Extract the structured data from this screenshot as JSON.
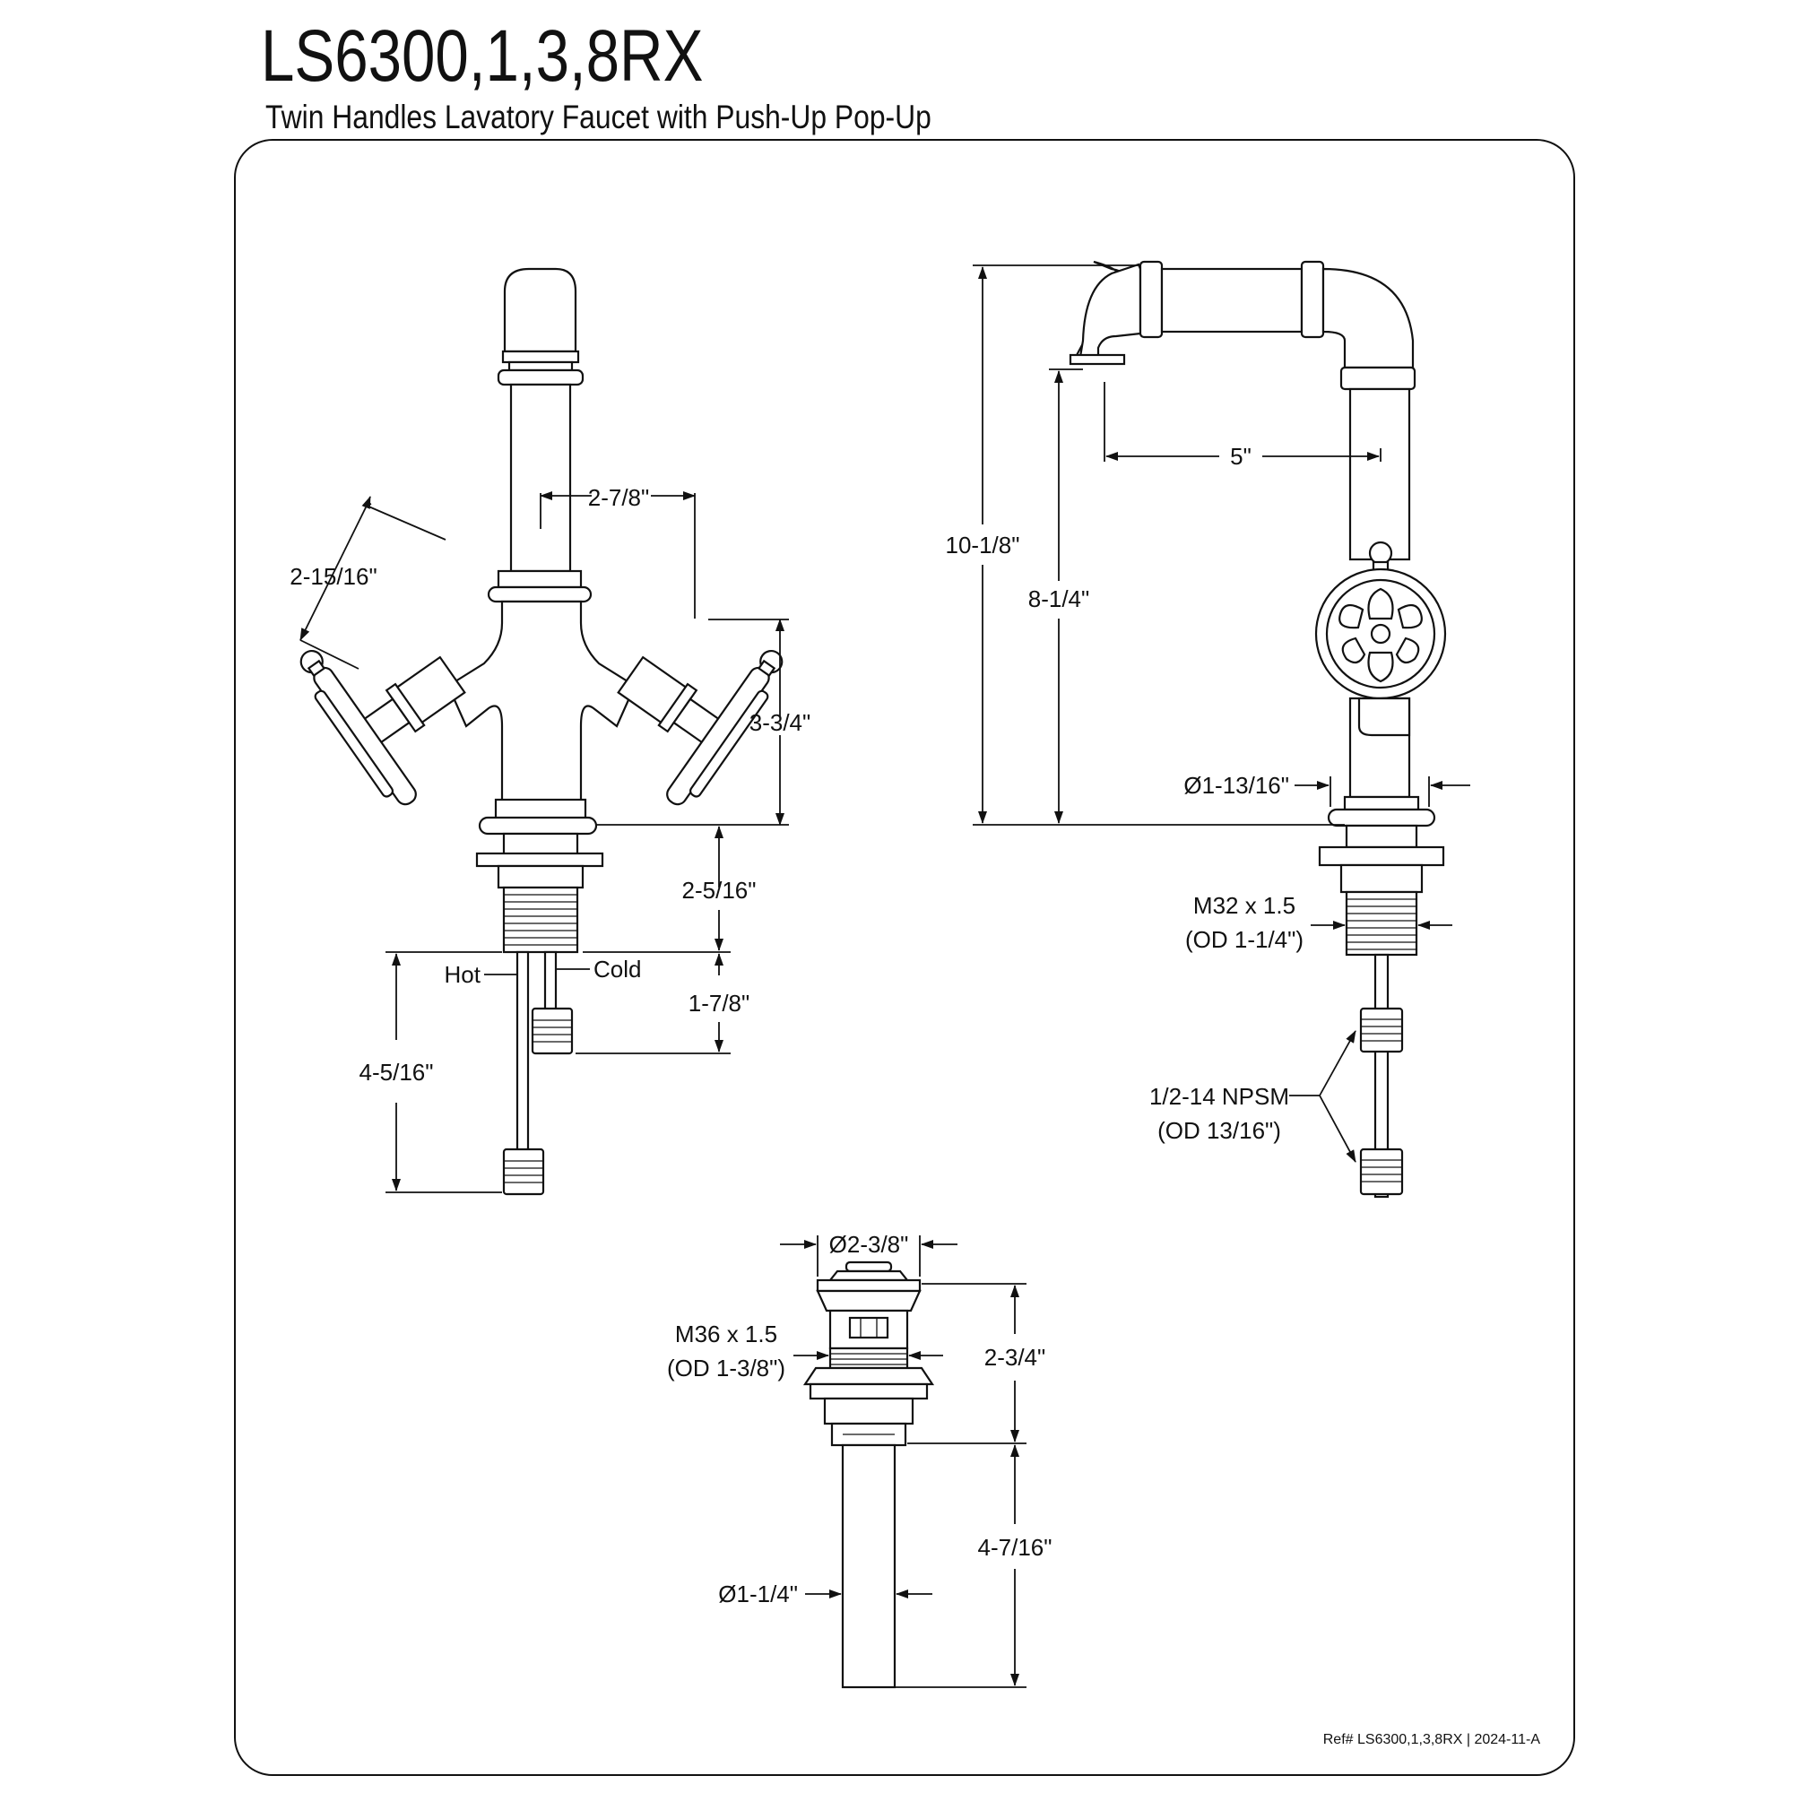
{
  "header": {
    "title": "LS6300,1,3,8RX",
    "subtitle": "Twin Handles Lavatory Faucet with Push-Up Pop-Up"
  },
  "front_view": {
    "spread": "2-7/8\"",
    "handle_size": "2-15/16\"",
    "handle_height": "3-3/4\"",
    "shank_length": "2-5/16\"",
    "hot_label": "Hot",
    "cold_label": "Cold",
    "cold_supply_length": "1-7/8\"",
    "hot_supply_length": "4-5/16\""
  },
  "side_view": {
    "reach": "5\"",
    "overall_height": "10-1/8\"",
    "spout_height": "8-1/4\"",
    "base_diameter": "Ø1-13/16\"",
    "shank_thread": "M32 x 1.5",
    "shank_od": "(OD 1-1/4\")",
    "supply_thread": "1/2-14 NPSM",
    "supply_od": "(OD 13/16\")"
  },
  "drain_view": {
    "flange_diameter": "Ø2-3/8\"",
    "body_thread": "M36 x 1.5",
    "body_od": "(OD 1-3/8\")",
    "body_height": "2-3/4\"",
    "tailpiece_length": "4-7/16\"",
    "tailpiece_diameter": "Ø1-1/4\""
  },
  "footer": {
    "reference": "Ref# LS6300,1,3,8RX | 2024-11-A"
  }
}
